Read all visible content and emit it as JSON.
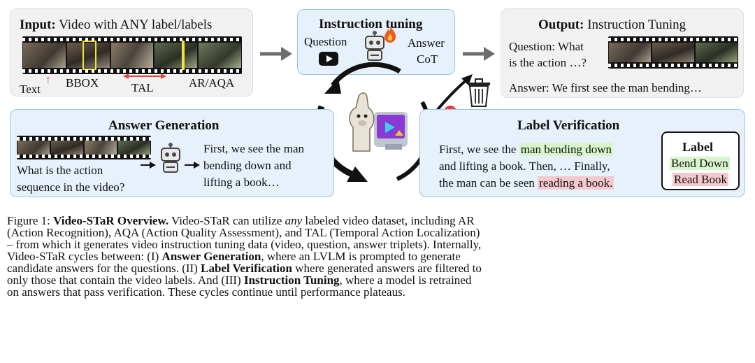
{
  "input_panel": {
    "title_bold": "Input:",
    "title_rest": " Video with ANY label/labels",
    "labels": {
      "text": "Text",
      "bbox": "BBOX",
      "tal": "TAL",
      "ar_aqa": "AR/AQA"
    }
  },
  "instruction_panel": {
    "title": "Instruction tuning",
    "question": "Question",
    "answer_line1": "Answer",
    "answer_line2": "CoT"
  },
  "output_panel": {
    "title_bold": "Output:",
    "title_rest": " Instruction Tuning",
    "question_line1": "Question: What",
    "question_line2": "is the action …?",
    "answer": "Answer: We first see the man bending…"
  },
  "answer_gen_panel": {
    "title": "Answer Generation",
    "question_line1": "What is the action",
    "question_line2": "sequence in the video?",
    "answer_line1": "First, we see the man",
    "answer_line2": "bending down and",
    "answer_line3": "lifting a book…"
  },
  "label_verif_panel": {
    "title": "Label Verification",
    "line1_pre": "First, we see the ",
    "line1_hl": "man bending down",
    "line2": "and lifting a book. Then, … Finally,",
    "line3_pre": "the man can be seen ",
    "line3_hl": "reading a book.",
    "label_box": {
      "title": "Label",
      "item1": "Bend Down",
      "item2": "Read Book"
    }
  },
  "caption": {
    "fig": "Figure 1: ",
    "title": "Video-STaR Overview.",
    "l1_rest": " Video-STaR can utilize ",
    "l1_any": "any",
    "l1_end": " labeled video dataset, including AR",
    "l2": "(Action Recognition), AQA (Action Quality Assessment), and TAL (Temporal Action Localization)",
    "l3": "– from which it generates video instruction tuning data (video, question, answer triplets). Internally,",
    "l4_a": "Video-STaR cycles between: (I) ",
    "l4_b": "Answer Generation",
    "l4_c": ", where an LVLM is prompted to generate",
    "l5_a": "candidate answers for the questions. (II) ",
    "l5_b": "Label Verification",
    "l5_c": " where generated answers are filtered to",
    "l6_a": "only those that contain the video labels. And (III) ",
    "l6_b": "Instruction Tuning",
    "l6_c": ", where a model is retrained",
    "l7": "on answers that pass verification. These cycles continue until performance plateaus."
  },
  "colors": {
    "panel_blue": "#e6f1fb",
    "panel_grey": "#f1f1f1",
    "highlight_green": "#d8f5cc",
    "highlight_red": "#f6c8cf",
    "bbox_yellow": "#f3e23a",
    "arrow_red": "#e0463b",
    "reject_red": "#e23a3a"
  },
  "icons": [
    "youtube-icon",
    "robot-icon",
    "fire-icon",
    "trash-icon",
    "reject-icon",
    "llama-icon",
    "cycle-arrows"
  ]
}
